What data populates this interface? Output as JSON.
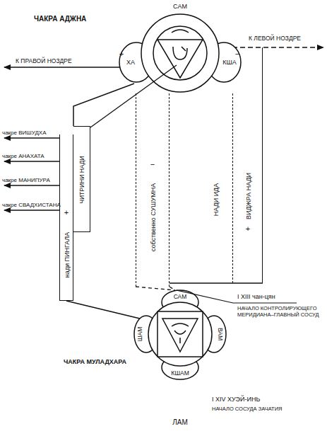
{
  "diagram": {
    "nodes": [
      {
        "text": [
          "ЧАКРА АДЖНА",
          "САМ",
          "ХА",
          "КША"
        ]
      },
      {
        "text": [
          "нади ПИНГАЛА"
        ]
      },
      {
        "text": [
          "ЧИТРИНИ НАДИ"
        ]
      },
      {
        "text": [
          "собственно СУШУМНА"
        ]
      },
      {
        "text": [
          "НАДИ ИДА"
        ]
      },
      {
        "text": [
          "ВИДЖРА НАДИ"
        ]
      },
      {
        "text": [
          "ЧАКРА МУЛАДХАРА",
          "САМ",
          "ШАМ",
          "ВАМ",
          "КШАМ",
          "ЛАМ"
        ]
      }
    ],
    "labels": [
      "К ПРАВОЙ НОЗДРЕ",
      "К ЛЕВОЙ НОЗДРЕ",
      "+",
      "−",
      "чакре ВИШУДХА",
      "чакре АНАХАТА",
      "чакре МАНИПУРА",
      "чакре СВАДХИСТАНА",
      "+",
      "−",
      "+",
      "I XIII чан-цян",
      "НАЧАЛО КОНТРОЛИРУЮЩЕГО МЕРИДИАНА–ГЛАВНЫЙ СОСУД",
      "I XIV ХУЭЙ-ИНЬ",
      "НАЧАЛО СОСУДА ЗАЧАТИЯ"
    ]
  }
}
